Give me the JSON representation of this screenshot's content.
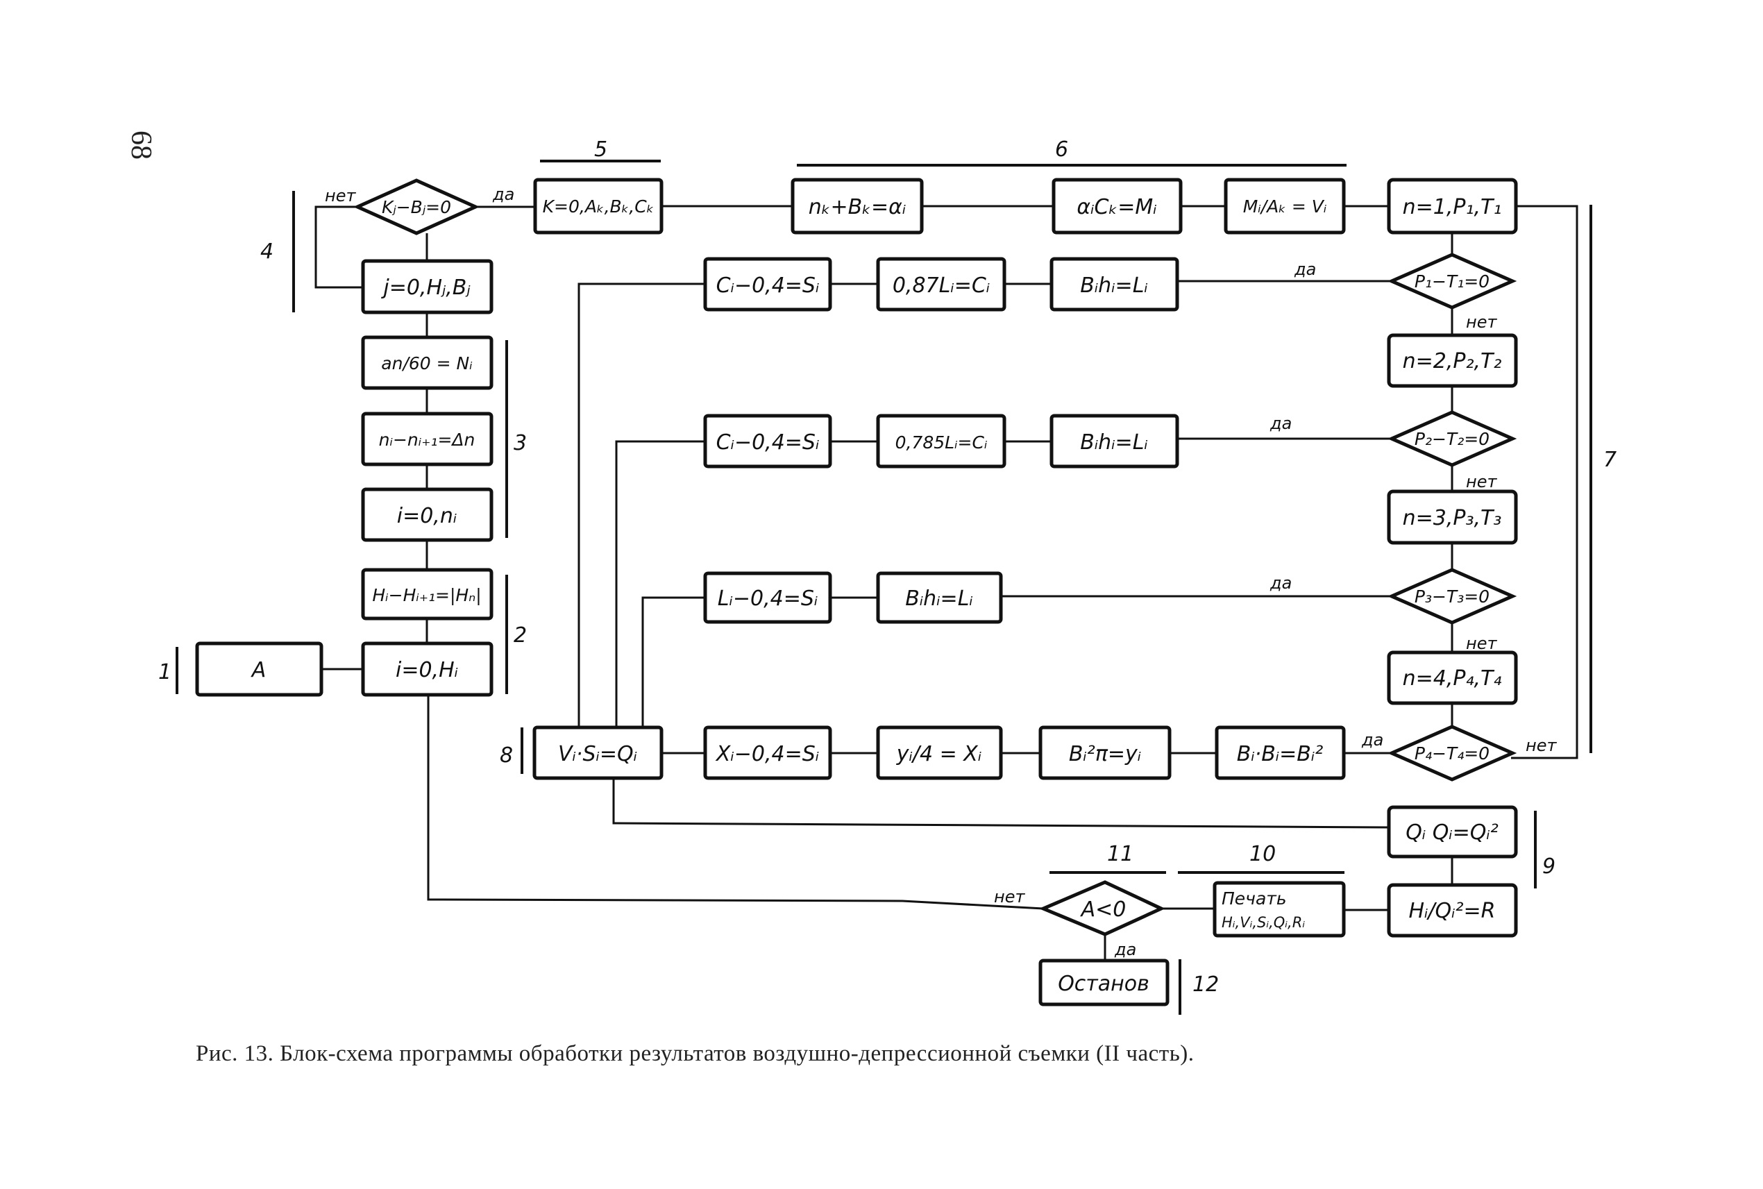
{
  "page_number": "68",
  "caption": "Рис. 13.  Блок-схема  программы  обработки  результатов воздушно-депрессионной съемки (II часть).",
  "group_labels": {
    "g1": "1",
    "g2": "2",
    "g3": "3",
    "g4": "4",
    "g5": "5",
    "g6": "6",
    "g7": "7",
    "g8": "8",
    "g9": "9",
    "g10": "10",
    "g11": "11",
    "g12": "12"
  },
  "branch_labels": {
    "yes": "да",
    "no": "нет"
  },
  "blocks": {
    "a": "A",
    "i_0_h": "i=0,Hᵢ",
    "h_diff": "Hᵢ−Hᵢ₊₁=|Hₙ|",
    "i_0_n": "i=0,nᵢ",
    "n_diff": "nᵢ−nᵢ₊₁=Δn",
    "an_60": "an/60 = Nᵢ",
    "j_0": "j=0,Hⱼ,Bⱼ",
    "kb_cond": "Kⱼ−Bⱼ=0",
    "k_0": "K=0,Aₖ,Bₖ,Cₖ",
    "nx_bx": "nₖ+Bₖ=αᵢ",
    "a_c": "αᵢCₖ=Mᵢ",
    "m_a": "Mᵢ/Aₖ = Vᵢ",
    "n1": "n=1,P₁,T₁",
    "cond1": "P₁−T₁=0",
    "n2": "n=2,P₂,T₂",
    "cond2": "P₂−T₂=0",
    "n3": "n=3,P₃,T₃",
    "cond3": "P₃−T₃=0",
    "n4": "n=4,P₄,T₄",
    "cond4": "P₄−T₄=0",
    "r2_s": "Cᵢ−0,4=Sᵢ",
    "r2_c": "0,87Lᵢ=Cᵢ",
    "r2_l": "Bᵢhᵢ=Lᵢ",
    "r3_s": "Cᵢ−0,4=Sᵢ",
    "r3_c": "0,785Lᵢ=Cᵢ",
    "r3_l": "Bᵢhᵢ=Lᵢ",
    "r4_s": "Lᵢ−0,4=Sᵢ",
    "r4_l": "Bᵢhᵢ=Lᵢ",
    "vsq": "Vᵢ·Sᵢ=Qᵢ",
    "x_s": "Xᵢ−0,4=Sᵢ",
    "y_x": "yᵢ/4 = Xᵢ",
    "b_pi": "Bᵢ²π=yᵢ",
    "b_b": "Bᵢ·Bᵢ=Bᵢ²",
    "qq": "Qᵢ Qᵢ=Qᵢ²",
    "hq": "Hᵢ/Qᵢ²=R",
    "print_1": "Печать",
    "print_2": "Hᵢ,Vᵢ,Sᵢ,Qᵢ,Rᵢ",
    "a_cond": "A<0",
    "stop": "Останов"
  }
}
